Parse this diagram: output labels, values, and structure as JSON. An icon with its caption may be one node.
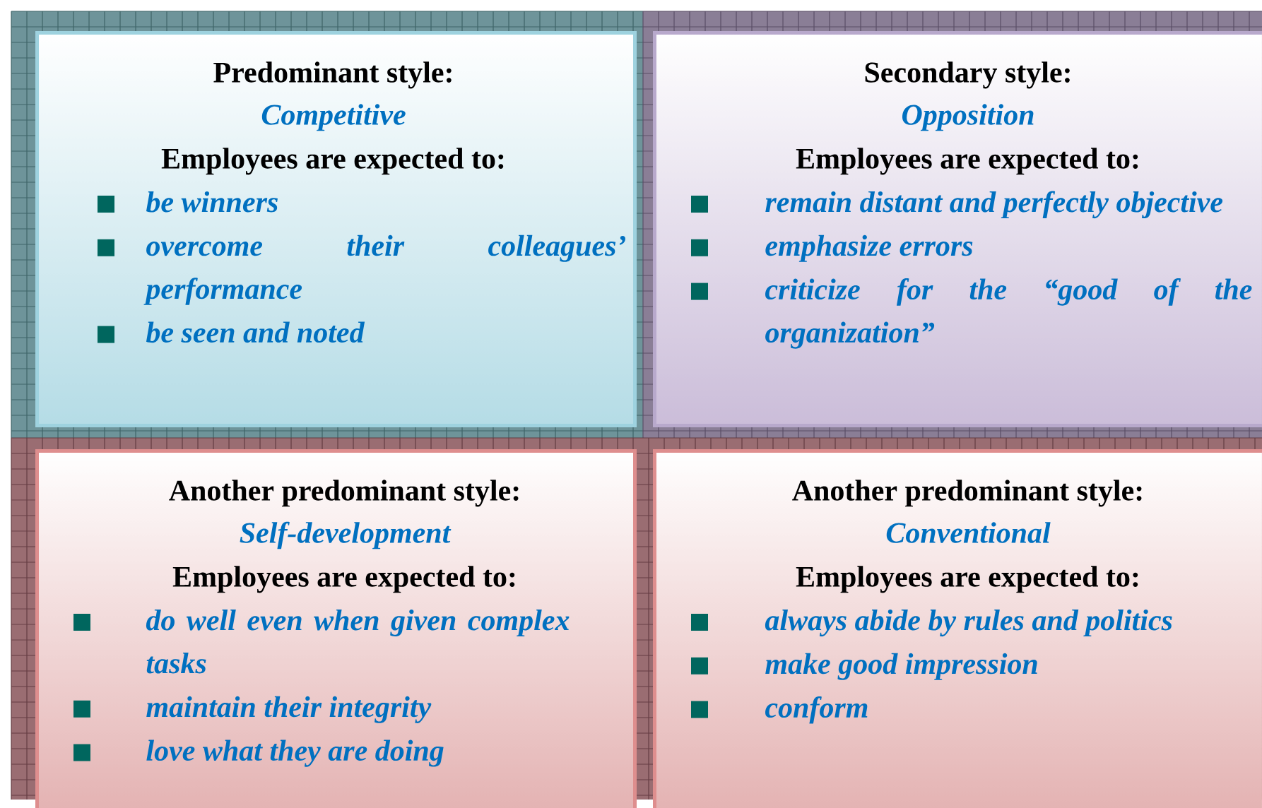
{
  "diagram": {
    "nodes": [
      {
        "text": [
          "Predominant style:",
          "Competitive",
          "Employees are expected to:",
          "be winners",
          "overcome their colleagues’ performance",
          "be seen and noted"
        ]
      },
      {
        "text": [
          "Secondary style:",
          "Opposition",
          "Employees are expected to:",
          "remain distant and perfectly objective",
          "emphasize errors",
          "criticize for the “good of the organization”"
        ]
      },
      {
        "text": [
          "Another predominant style:",
          "Self-development",
          "Employees are expected to:",
          "do well even when given complex tasks",
          "maintain their integrity",
          "love what they are doing"
        ]
      },
      {
        "text": [
          "Another predominant style:",
          "Conventional",
          "Employees are expected to:",
          "always abide by rules and politics",
          "make good impression",
          "conform"
        ]
      }
    ]
  }
}
